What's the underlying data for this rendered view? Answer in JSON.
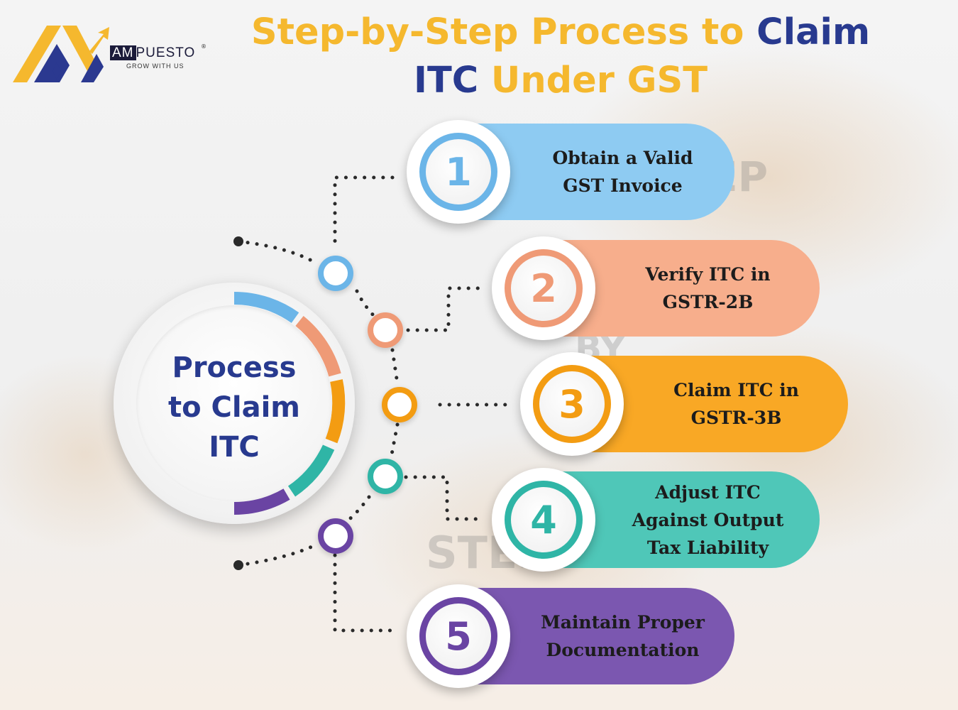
{
  "brand": {
    "name_prefix": "AM",
    "name_suffix": "PUESTO",
    "tagline": "GROW WITH US",
    "registered_mark": "®"
  },
  "title": {
    "part1": "Step-by-Step Process to ",
    "part2": "Claim",
    "part3": "ITC",
    "part4": " Under GST"
  },
  "hub": {
    "line1": "Process",
    "line2": "to Claim",
    "line3": "ITC"
  },
  "steps": [
    {
      "number": "1",
      "line1": "Obtain a Valid",
      "line2": "GST Invoice",
      "line3": "",
      "color": "#8ecbf2",
      "accent": "#6bb5e8"
    },
    {
      "number": "2",
      "line1": "Verify ITC in",
      "line2": "GSTR-2B",
      "line3": "",
      "color": "#f7ae8c",
      "accent": "#ef9a76"
    },
    {
      "number": "3",
      "line1": "Claim ITC in",
      "line2": "GSTR-3B",
      "line3": "",
      "color": "#f9a825",
      "accent": "#f39c12"
    },
    {
      "number": "4",
      "line1": "Adjust ITC",
      "line2": "Against Output",
      "line3": "Tax Liability",
      "color": "#4fc7b8",
      "accent": "#2fb5a6"
    },
    {
      "number": "5",
      "line1": "Maintain Proper",
      "line2": "Documentation",
      "line3": "",
      "color": "#7b57b0",
      "accent": "#6a44a3"
    }
  ]
}
